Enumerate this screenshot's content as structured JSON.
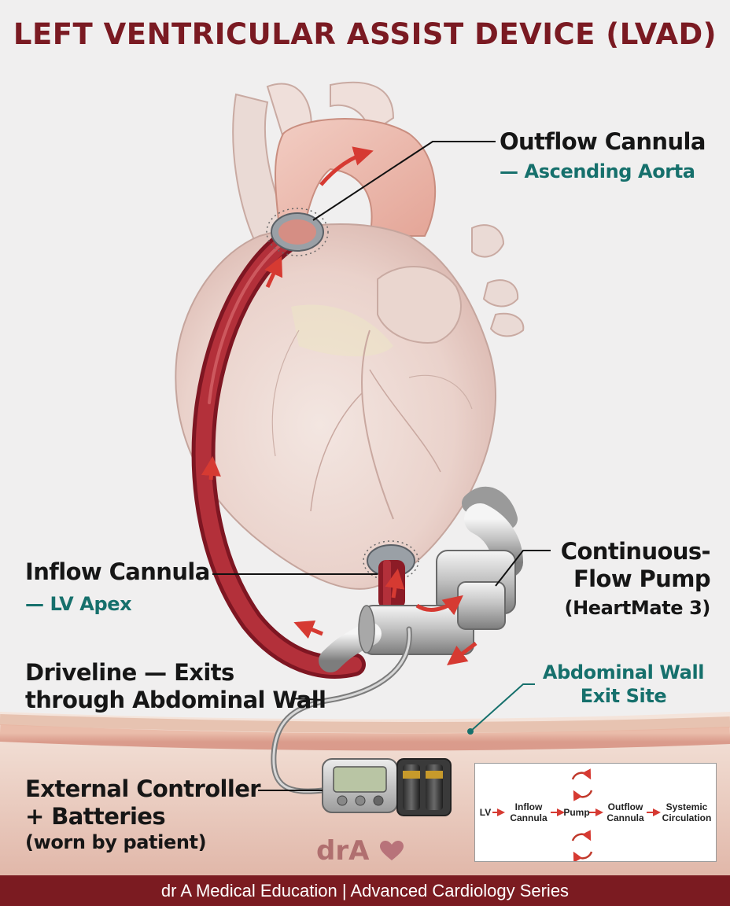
{
  "title": "LEFT VENTRICULAR ASSIST DEVICE (LVAD)",
  "labels": {
    "outflow": {
      "main": "Outflow Cannula",
      "sub": "— Ascending Aorta"
    },
    "inflow": {
      "main": "Inflow Cannula",
      "sub": "— LV Apex"
    },
    "pump": {
      "line1": "Continuous-",
      "line2": "Flow Pump",
      "sub": "(HeartMate 3)"
    },
    "driveline": {
      "line1": "Driveline — Exits",
      "line2": "through Abdominal Wall"
    },
    "exit_site": {
      "line1": "Abdominal Wall",
      "line2": "Exit Site"
    },
    "controller": {
      "line1": "External Controller",
      "line2": "+ Batteries",
      "sub": "(worn by patient)"
    }
  },
  "flow": {
    "steps": [
      {
        "line1": "LV",
        "line2": ""
      },
      {
        "line1": "Inflow",
        "line2": "Cannula"
      },
      {
        "line1": "Pump",
        "line2": ""
      },
      {
        "line1": "Outflow",
        "line2": "Cannula"
      },
      {
        "line1": "Systemic",
        "line2": "Circulation"
      }
    ]
  },
  "logo": {
    "text": "drA",
    "icon": "heart-icon"
  },
  "footer": "dr A Medical Education | Advanced Cardiology Series",
  "colors": {
    "title": "#7a1a22",
    "teal": "#16706c",
    "footer_bg": "#7b1b21",
    "cannula": "#9e1f2b",
    "arrow": "#d63a32"
  }
}
